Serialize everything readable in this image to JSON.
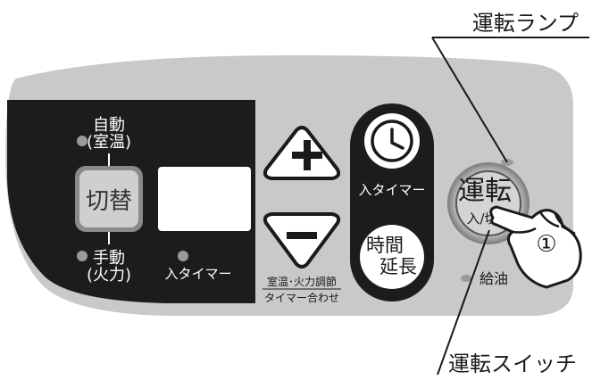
{
  "callouts": {
    "lamp_label": "運転ランプ",
    "switch_label": "運転スイッチ"
  },
  "left_panel": {
    "auto_line1": "自動",
    "auto_line2": "(室温)",
    "switch_button": "切替",
    "manual_line1": "手動",
    "manual_line2": "(火力)",
    "timer_label": "入タイマー"
  },
  "arrows": {
    "caption_line1": "室温･火力調節",
    "caption_line2": "タイマー合わせ"
  },
  "pill": {
    "timer_label": "入タイマー",
    "extend_line1": "時間",
    "extend_line2": "延長"
  },
  "run_switch": {
    "line1": "運転",
    "line2": "入/切"
  },
  "step_marker": "①",
  "refuel_label": "給油",
  "icons": [
    "plus-icon",
    "minus-icon",
    "clock-icon",
    "pointing-hand-icon"
  ],
  "colors": {
    "panel_gray": "#c9c9c9",
    "dark_panel": "#1c1c1c",
    "lcd_white": "#ffffff",
    "switch_gray": "#d4d4d4",
    "indicator_gray": "#9a9a9a",
    "ink": "#1a1a1a"
  }
}
